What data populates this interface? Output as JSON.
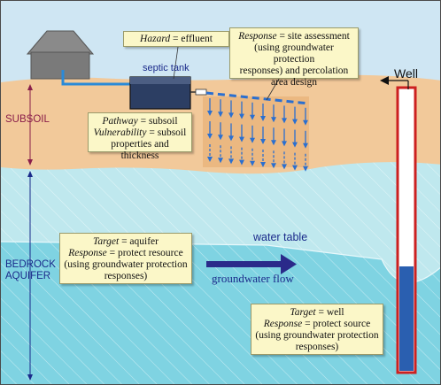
{
  "labels": {
    "septic_tank": "septic tank",
    "well": "Well",
    "subsoil": "SUBSOIL",
    "bedrock_line1": "BEDROCK",
    "bedrock_line2": "AQUIFER",
    "water_table": "water table",
    "groundwater_flow": "groundwater flow"
  },
  "callouts": {
    "hazard": {
      "term": "Hazard",
      "text": " = effluent"
    },
    "response_site": {
      "term": "Response",
      "text": " = site assessment",
      "line2": "(using groundwater protection",
      "line3": "responses) and percolation",
      "line4": "area design"
    },
    "pathway": {
      "term1": "Pathway",
      "text1": " = subsoil",
      "term2": "Vulnerability",
      "text2": " = subsoil",
      "line3": "properties and thickness"
    },
    "target_aquifer": {
      "term1": "Target",
      "text1": " = aquifer",
      "term2": "Response",
      "text2": " = protect resource",
      "line3": "(using groundwater protection",
      "line4": "responses)"
    },
    "target_well": {
      "term1": "Target",
      "text1": " = well",
      "term2": "Response",
      "text2": " = protect source",
      "line3": "(using groundwater protection",
      "line4": "responses)"
    }
  },
  "colors": {
    "sky": "#cfe6f3",
    "subsoil": "#f2c99a",
    "aquifer": "#bfe8ee",
    "saturated": "#7fd3e2",
    "well_red": "#cc2020",
    "well_water": "#2a5fb0",
    "arrow_blue": "#2a6fd0",
    "flow_arrow": "#2a2a8a",
    "callout_bg": "#fbf7c8"
  }
}
